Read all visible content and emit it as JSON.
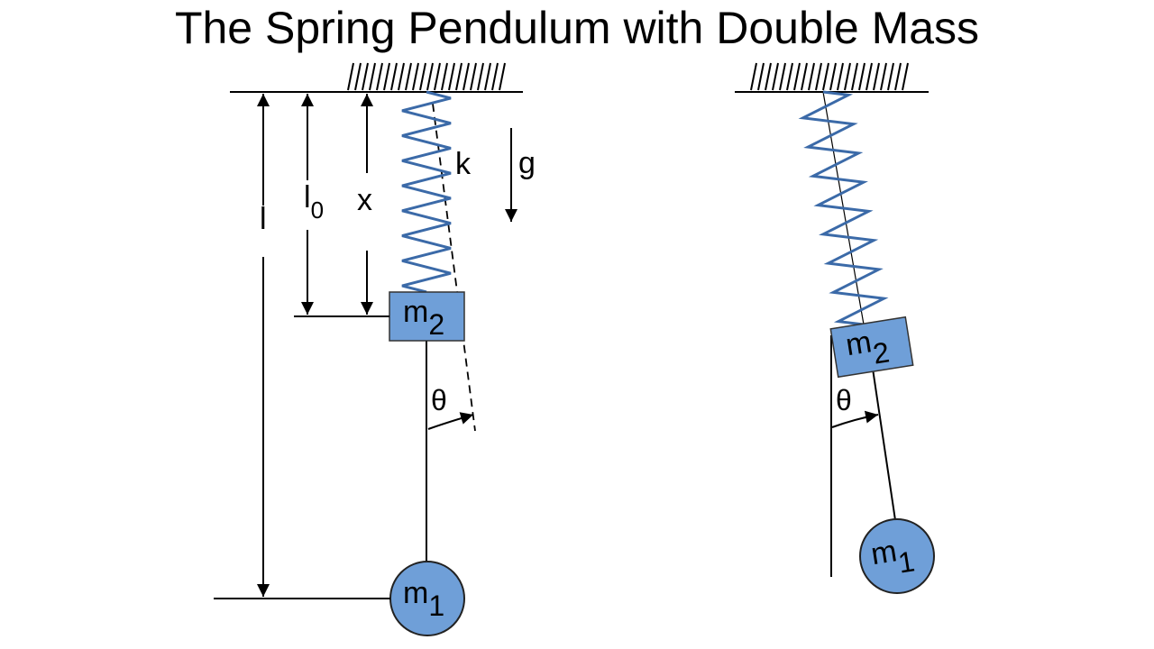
{
  "title": "The Spring Pendulum with Double Mass",
  "labels": {
    "stretch_label": "x",
    "rest_length_base": "l",
    "rest_length_sub": "0",
    "total_length": "l",
    "spring_constant": "k",
    "gravity": "g",
    "angle": "θ",
    "mass_upper_base": "m",
    "mass_upper_sub": "2",
    "mass_lower_base": "m",
    "mass_lower_sub": "1"
  },
  "colors": {
    "spring": "#3b6aa8",
    "mass_fill": "#6f9fd8",
    "line": "#000000"
  }
}
